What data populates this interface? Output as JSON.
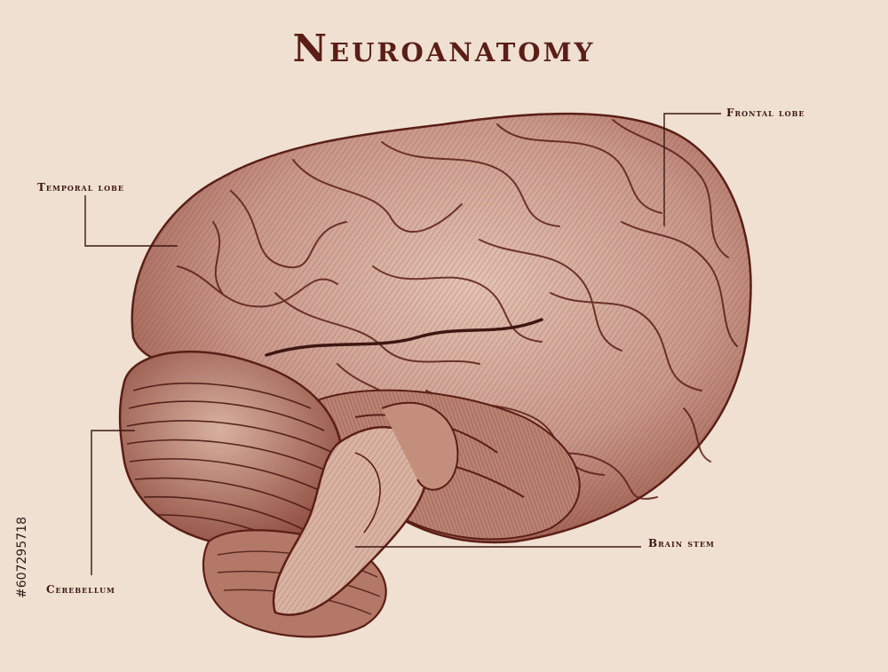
{
  "title": "Neuroanatomy",
  "labels": {
    "frontal_lobe": "Frontal lobe",
    "temporal_lobe": "Temporal lobe",
    "cerebellum": "Cerebellum",
    "brain_stem": "Brain stem"
  },
  "stock_id": "#607295718",
  "colors": {
    "background": "#efe0d1",
    "ink": "#5a1e16",
    "brain_fill": "#c99a88",
    "brain_shadow": "#8a4a3c",
    "brain_highlight": "#e6c8b8"
  }
}
